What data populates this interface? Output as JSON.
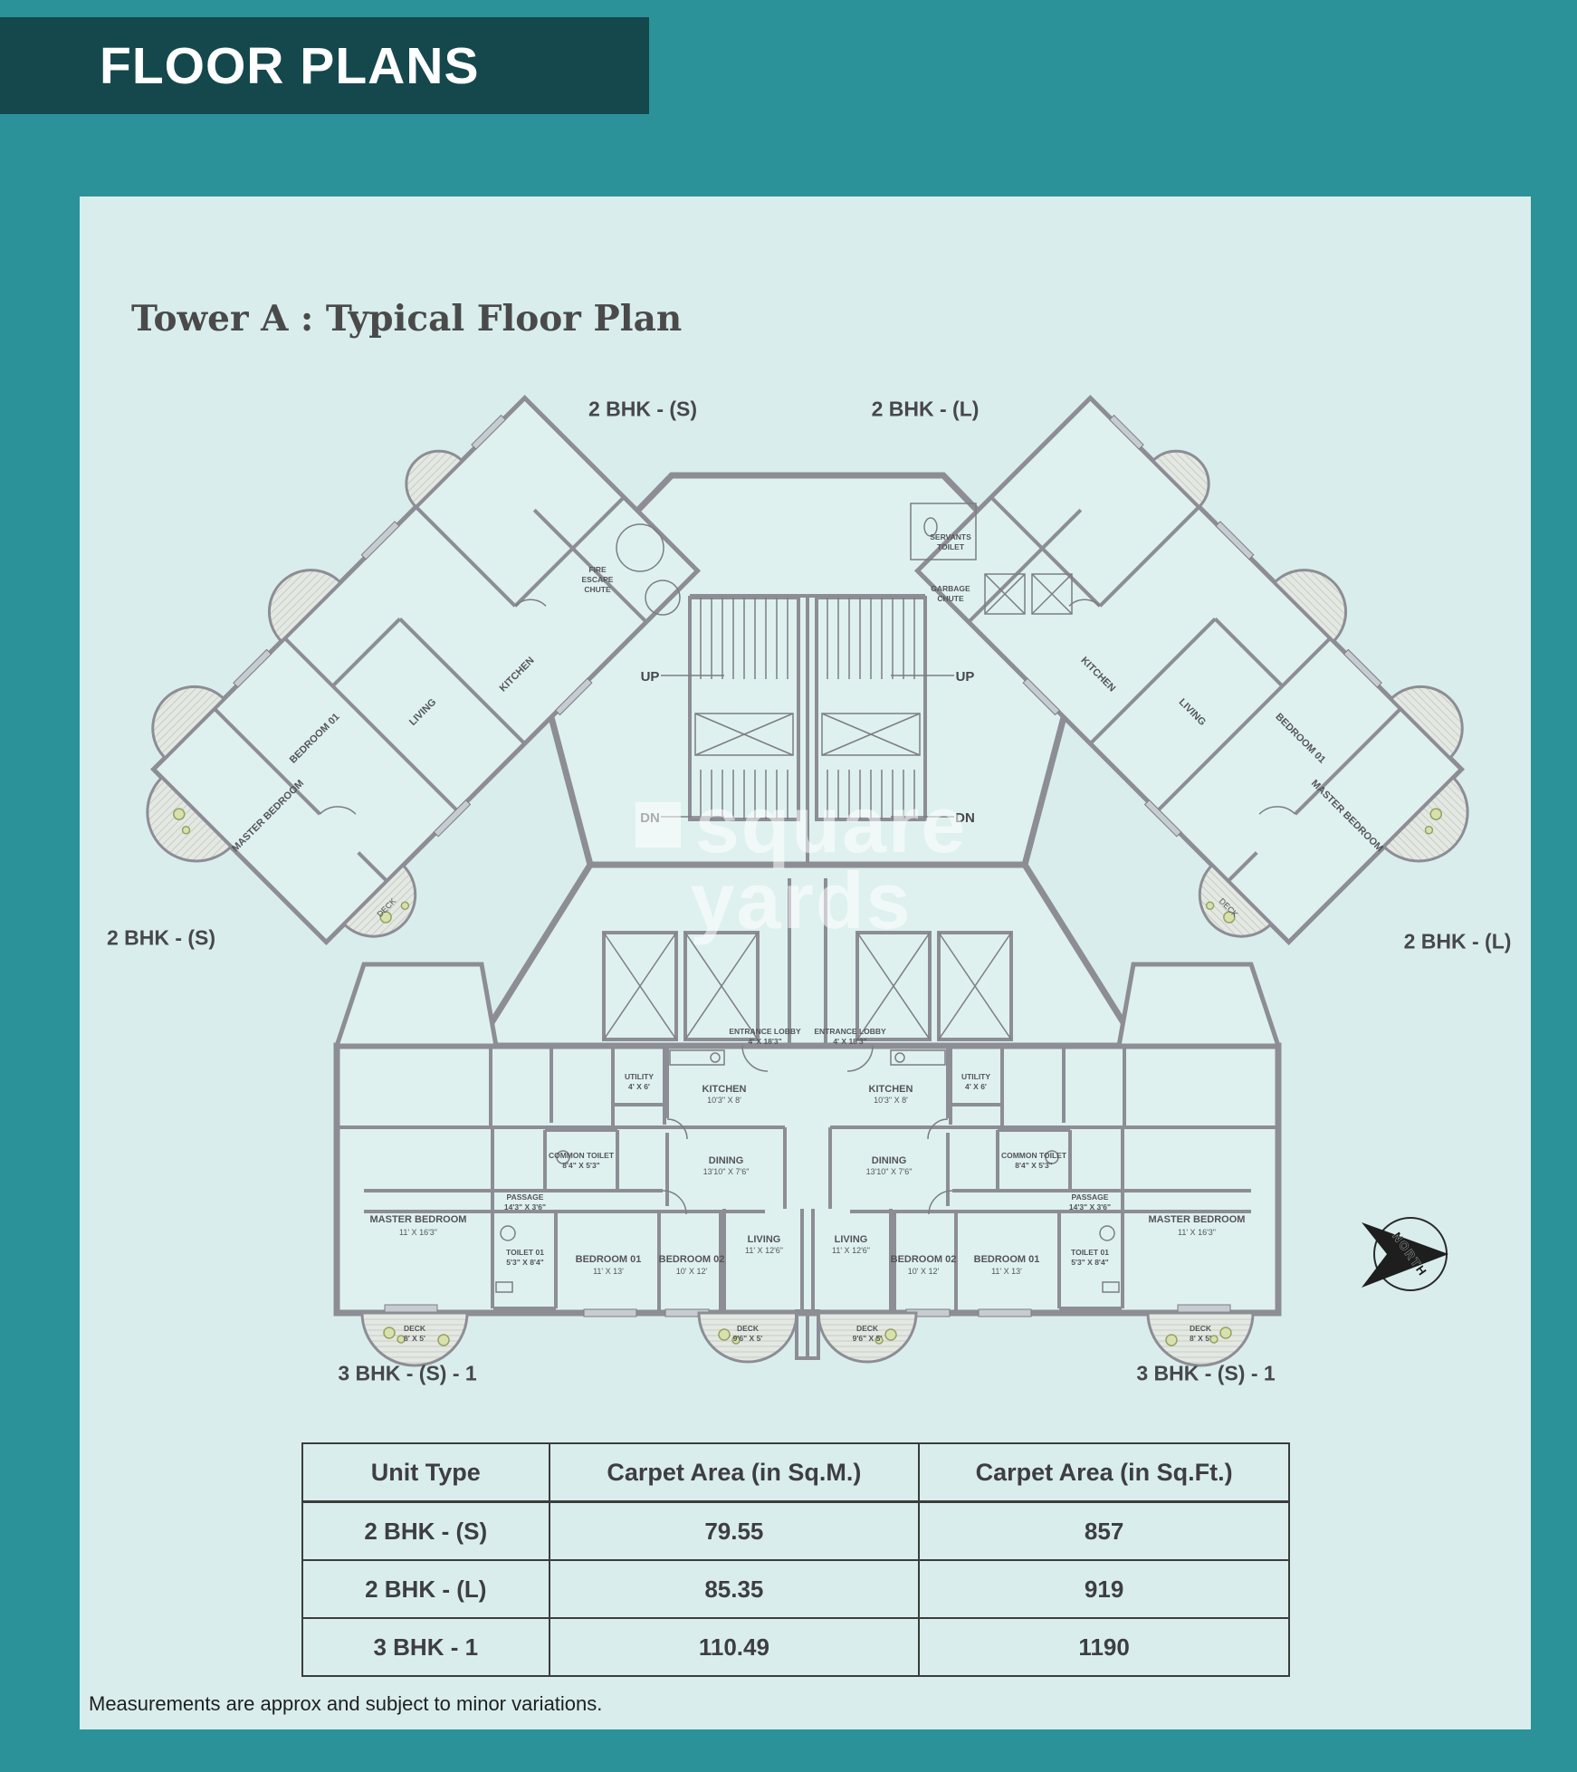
{
  "header": {
    "title": "FLOOR PLANS"
  },
  "page": {
    "title": "Tower A : Typical Floor Plan",
    "footnote": "Measurements are approx and subject to minor variations.",
    "watermark": {
      "line1": "square",
      "line2": "yards"
    }
  },
  "plan": {
    "unit_labels": {
      "top_left": "2 BHK - (S)",
      "top_right": "2 BHK - (L)",
      "mid_left": "2 BHK - (S)",
      "mid_right": "2 BHK - (L)",
      "bottom_left": "3 BHK - (S) - 1",
      "bottom_right": "3 BHK - (S) - 1"
    },
    "core": {
      "fire_escape_1": "FIRE",
      "fire_escape_2": "ESCAPE",
      "fire_escape_3": "CHUTE",
      "servants_1": "SERVANTS",
      "servants_2": "TOILET",
      "garbage_1": "GARBAGE",
      "garbage_2": "CHUTE",
      "up": "UP",
      "dn": "DN"
    },
    "compass": "NORTH",
    "rooms": {
      "entrance_lobby": {
        "name": "ENTRANCE LOBBY",
        "dims": "4' X 18'3\""
      },
      "utility": {
        "name": "UTILITY",
        "dims": "4' X 6'"
      },
      "kitchen": {
        "name": "KITCHEN",
        "dims": "10'3\" X 8'"
      },
      "dining": {
        "name": "DINING",
        "dims": "13'10\" X 7'6\""
      },
      "common_toilet": {
        "name": "COMMON TOILET",
        "dims": "8'4\" X 5'3\""
      },
      "passage": {
        "name": "PASSAGE",
        "dims": "14'3\" X 3'6\""
      },
      "master_bedroom": {
        "name": "MASTER BEDROOM",
        "dims": "11' X 16'3\""
      },
      "toilet01": {
        "name": "TOILET 01",
        "dims": "5'3\" X 8'4\""
      },
      "bedroom01": {
        "name": "BEDROOM 01",
        "dims": "11' X 13'"
      },
      "bedroom02": {
        "name": "BEDROOM 02",
        "dims": "10' X 12'"
      },
      "living": {
        "name": "LIVING",
        "dims": "11' X 12'6\""
      },
      "deck_outer": {
        "name": "DECK",
        "dims": "8' X 5'"
      },
      "deck_center": {
        "name": "DECK",
        "dims": "9'6\" X 5'"
      }
    },
    "wing_rooms": {
      "master_bedroom": "MASTER BEDROOM",
      "bedroom01": "BEDROOM 01",
      "living": "LIVING",
      "kitchen": "KITCHEN",
      "deck": "DECK"
    }
  },
  "table": {
    "headers": [
      "Unit Type",
      "Carpet Area (in Sq.M.)",
      "Carpet Area (in Sq.Ft.)"
    ],
    "rows": [
      {
        "unit": "2 BHK - (S)",
        "sqm": "79.55",
        "sqft": "857"
      },
      {
        "unit": "2 BHK - (L)",
        "sqm": "85.35",
        "sqft": "919"
      },
      {
        "unit": "3 BHK - 1",
        "sqm": "110.49",
        "sqft": "1190"
      }
    ]
  },
  "colors": {
    "background": "#2B9299",
    "header_bar": "#14484D",
    "card": "#D9EEEC",
    "wall": "#8D8D95",
    "text": "#47474D"
  }
}
